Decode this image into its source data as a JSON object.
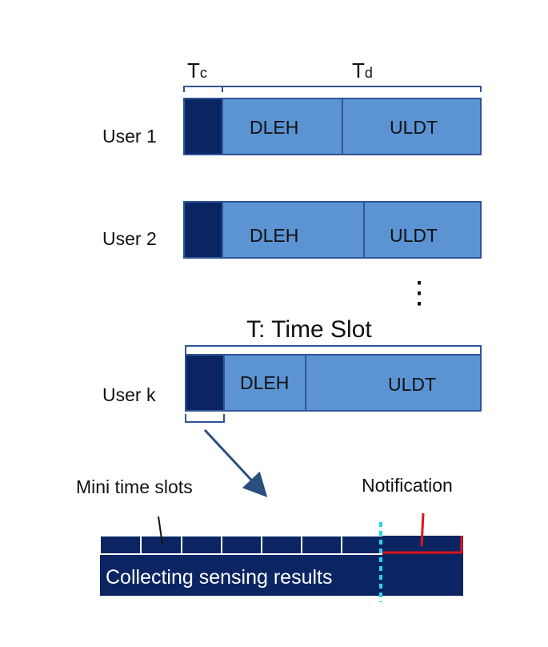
{
  "timing": {
    "tc_label": "T",
    "tc_sub": "c",
    "td_label": "T",
    "td_sub": "d",
    "time_slot_label": "T: Time Slot"
  },
  "users": [
    {
      "label": "User 1",
      "seg1": "DLEH",
      "seg2": "ULDT"
    },
    {
      "label": "User 2",
      "seg1": "DLEH",
      "seg2": "ULDT"
    },
    {
      "label": "User k",
      "seg1": "DLEH",
      "seg2": "ULDT"
    }
  ],
  "ellipsis": "⋮",
  "mini": {
    "label": "Mini time slots",
    "notification": "Notification",
    "collecting": "Collecting sensing results"
  },
  "colors": {
    "dark_block": "#0b2563",
    "light_block": "#5b93d3",
    "outline": "#2f5597",
    "bracket": "#2f5597",
    "arrow": "#2b4f7e",
    "notify_red": "#e0141c",
    "dashed_cyan": "#27d3e6"
  }
}
